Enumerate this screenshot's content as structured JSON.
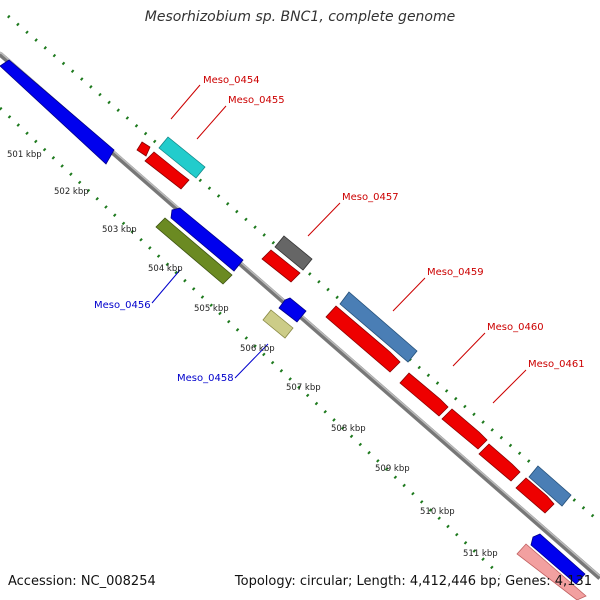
{
  "title": "Mesorhizobium sp. BNC1, complete genome",
  "accession": "Accession: NC_008254",
  "summary": "Topology: circular; Length: 4,412,446 bp; Genes: 4,131",
  "colors": {
    "backbone": "#888888",
    "ticks": "#1e7a1e",
    "forward_label": "#cc0000",
    "reverse_label": "#0000cc"
  },
  "scale_labels": [
    "501 kbp",
    "502 kbp",
    "503 kbp",
    "504 kbp",
    "505 kbp",
    "506 kbp",
    "507 kbp",
    "508 kbp",
    "509 kbp",
    "510 kbp",
    "511 kbp"
  ],
  "gene_labels": {
    "g0454": "Meso_0454",
    "g0455": "Meso_0455",
    "g0456": "Meso_0456",
    "g0457": "Meso_0457",
    "g0458": "Meso_0458",
    "g0459": "Meso_0459",
    "g0460": "Meso_0460",
    "g0461": "Meso_0461"
  }
}
